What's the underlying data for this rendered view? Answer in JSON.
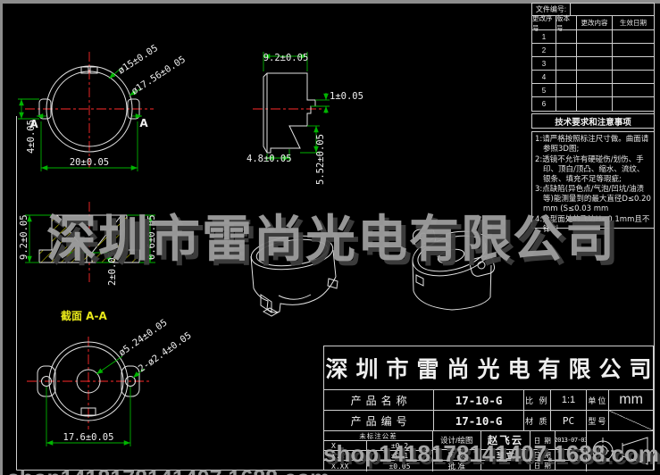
{
  "watermarks": {
    "center": "深圳市雷尚光电有限公司",
    "bottom": "shop1418178141407.1688.com"
  },
  "revision_table": {
    "doc_no_label": "文件编号:",
    "headers": [
      "更改序号",
      "版本号",
      "更改内容",
      "生效日期"
    ],
    "rows": [
      "1",
      "2",
      "3",
      "4",
      "5",
      "6"
    ]
  },
  "tech_notes": {
    "title": "技术要求和注意事项",
    "items": [
      "1:请严格按照标注尺寸做。曲面请参照3D图;",
      "2:透镜不允许有硬碰伤/划伤、手印、顶白/顶凸、缩水、流纹、银条、填充不足等瑕疵;",
      "3:点缺陷(异色点/气泡/凹坑/油渍等)能测量到的最大直径D≤0.20 mm (S≤0.03 mm",
      "4:分型面处的飞边H<0.1mm且不锋利"
    ]
  },
  "title_block": {
    "company": "深圳市雷尚光电有限公司",
    "product_name_label": "产品名称",
    "product_name": "17-10-G",
    "product_no_label": "产品编号",
    "product_no": "17-10-G",
    "scale_label": "比 例",
    "scale": "1:1",
    "unit_label": "单位",
    "unit": "mm",
    "material_label": "材 质",
    "material": "PC",
    "model_label": "型号",
    "tol_title": "未标注公差",
    "tolerances": [
      [
        "X",
        "±0.2"
      ],
      [
        "X.X",
        "±0.1"
      ],
      [
        "X.XX",
        "±0.05"
      ]
    ],
    "designer_label": "设计/绘图",
    "designer": "赵飞云",
    "date_label": "日 期",
    "date": "2013-07-03",
    "checker_label": "审 核",
    "checker": "李立",
    "approver_label": "批 准"
  },
  "dims": {
    "front_inner_dia": "ø15±0.05",
    "front_outer_dia": "ø17.56±0.05",
    "front_width": "20±0.05",
    "front_ear": "4±0.05",
    "section_letter": "A",
    "side_top": "9.2±0.05",
    "side_pin": "1±0.05",
    "side_bottom": "4.8±0.05",
    "side_height": "5.52±0.05",
    "sec_height": "9.2±0.05",
    "sec_apex": "2±0.05",
    "sec_wall": "0.6±0.05",
    "sec_label": "截面  A-A",
    "bot_center_hole": "ø5.24±0.05",
    "bot_ear_holes": "2-ø2.4±0.05",
    "bot_span": "17.6±0.05"
  }
}
